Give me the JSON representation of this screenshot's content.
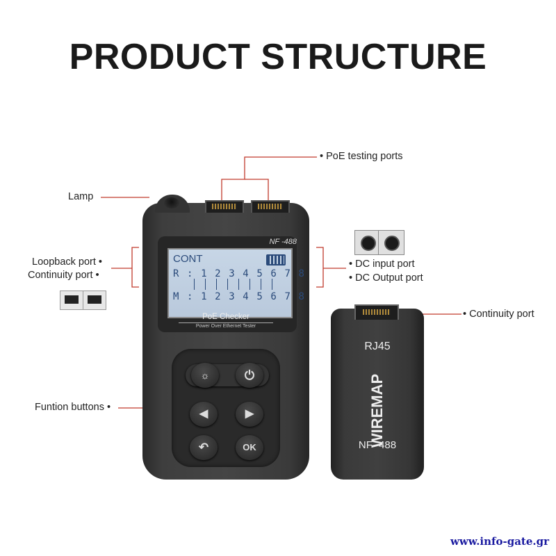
{
  "title": "PRODUCT STRUCTURE",
  "labels": {
    "poe_ports": "• PoE testing ports",
    "lamp": "Lamp",
    "loopback": "Loopback port •",
    "continuity_left": "Continuity port  •",
    "dc_input": "• DC input port",
    "dc_output": "• DC Output port",
    "continuity_right": "• Continuity port",
    "function_buttons": "Funtion buttons •"
  },
  "device": {
    "model": "NF -488",
    "lcd_mode": "CONT",
    "lcd_row_r": "R : 1 2 3 4 5 6 7 8",
    "lcd_row_m": "M : 1 2 3 4 5 6 7 8",
    "brand": "PoE Checker",
    "brand_sub": "Power Over Ethernet Tester",
    "ok_label": "OK"
  },
  "remote": {
    "rj45": "RJ45",
    "wiremap": "WIREMAP",
    "model": "NF -488"
  },
  "watermark": "www.info-gate.gr",
  "colors": {
    "title": "#1a1a1a",
    "leader_line": "#c0392b",
    "lcd_background": "#c7d6e6",
    "lcd_text": "#2a4a7a",
    "watermark": "#1a1aa0"
  }
}
